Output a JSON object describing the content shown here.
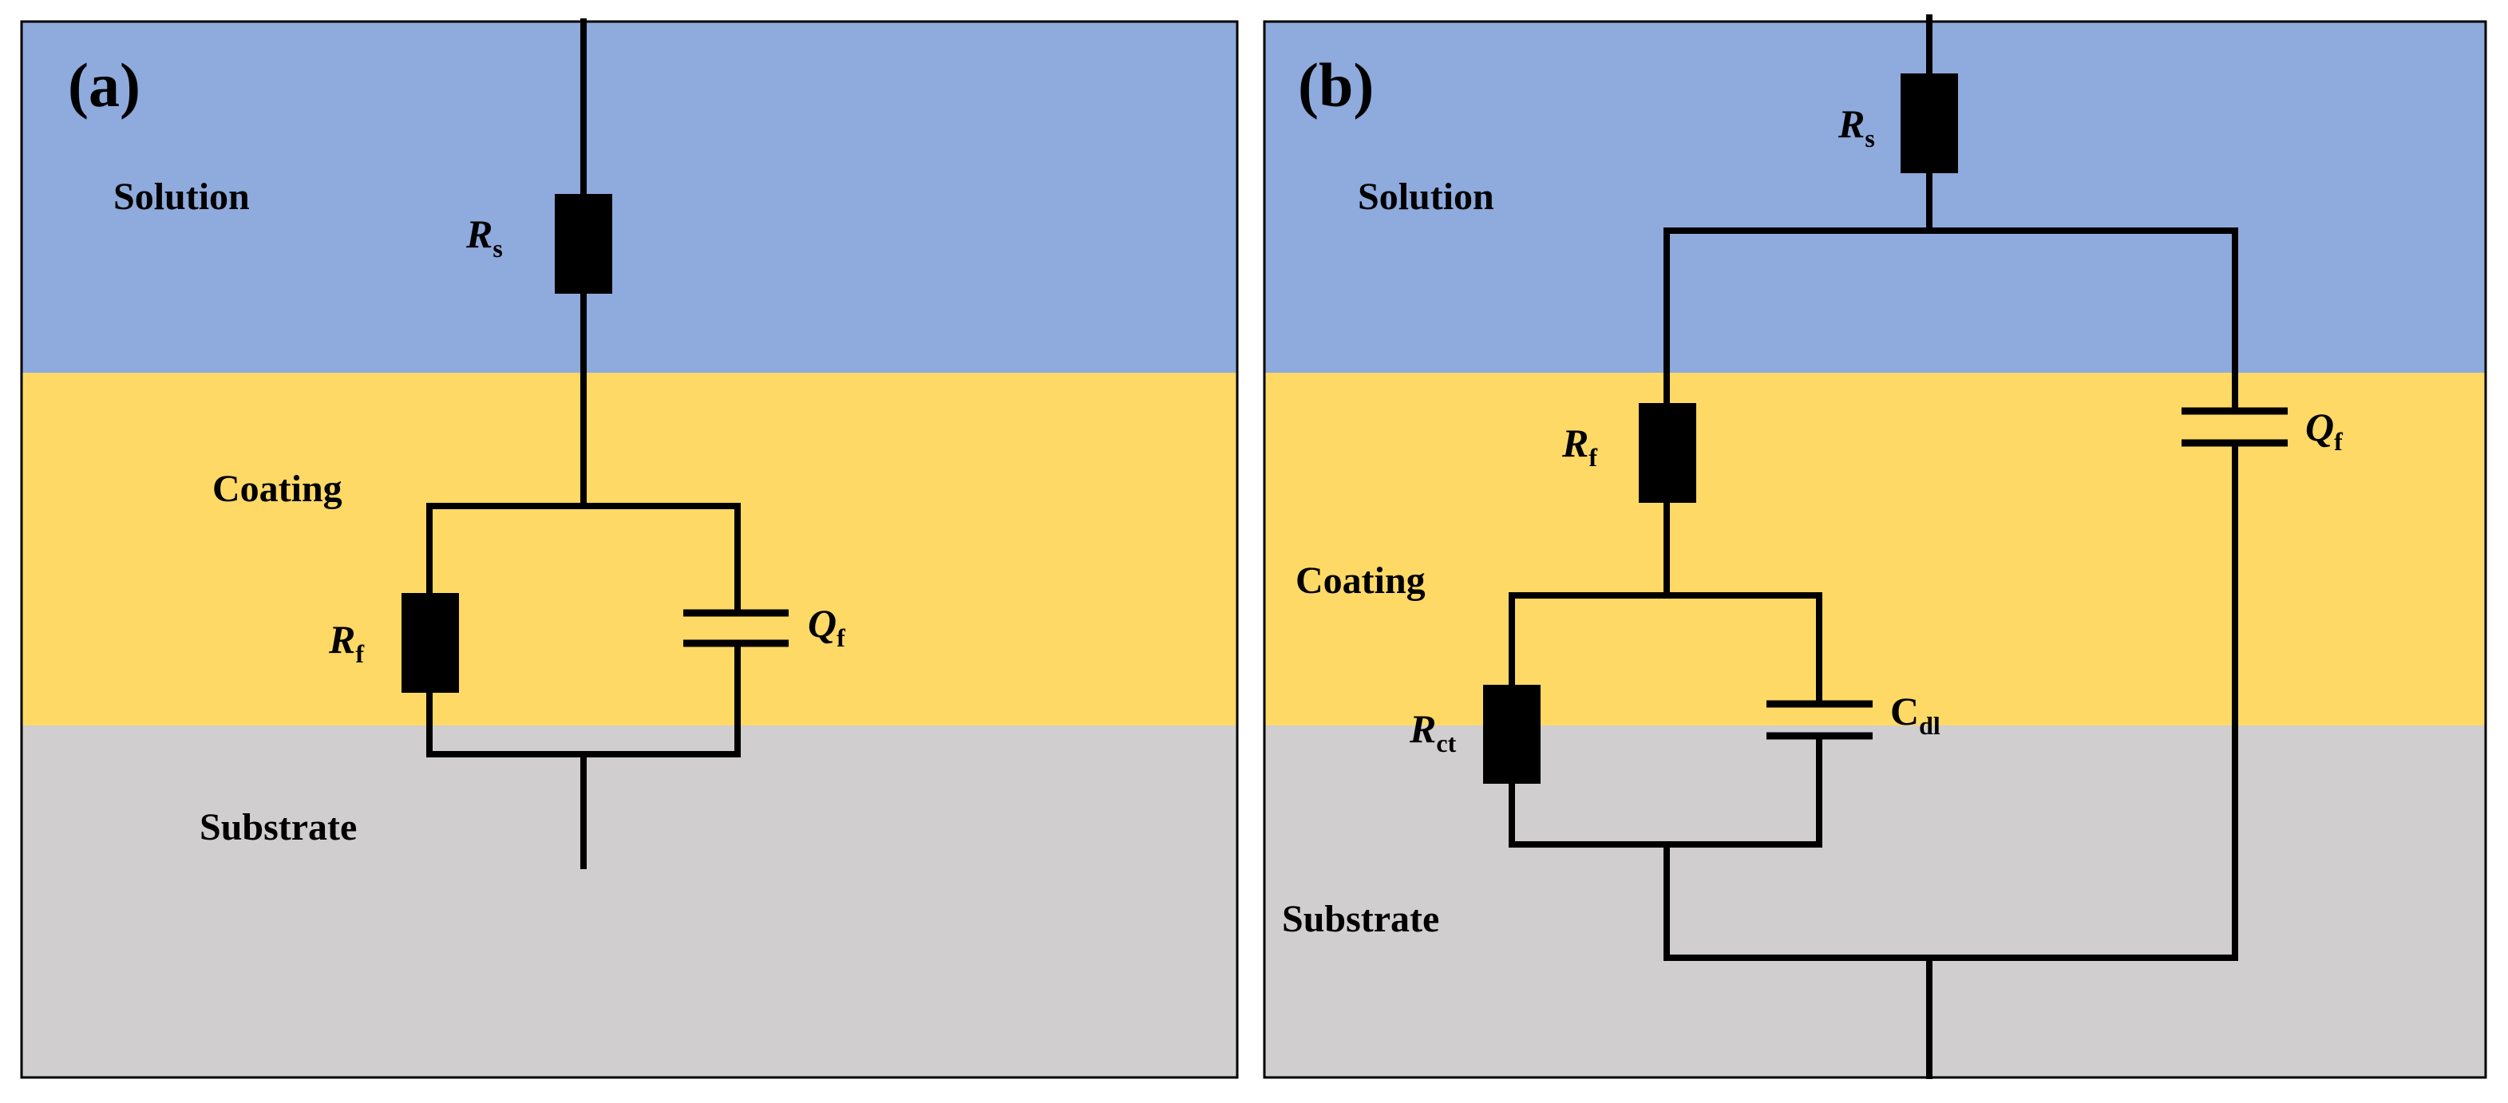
{
  "colors": {
    "solution": "#8FAADC",
    "coating": "#FFD966",
    "substrate": "#D0CECE",
    "wire": "#000000"
  },
  "panel_a": {
    "label": "(a)",
    "solution": "Solution",
    "coating": "Coating",
    "substrate": "Substrate",
    "rs_main": "R",
    "rs_sub": "s",
    "rf_main": "R",
    "rf_sub": "f",
    "qf_main": "Q",
    "qf_sub": "f"
  },
  "panel_b": {
    "label": "(b)",
    "solution": "Solution",
    "coating": "Coating",
    "substrate": "Substrate",
    "rs_main": "R",
    "rs_sub": "s",
    "rf_main": "R",
    "rf_sub": "f",
    "qf_main": "Q",
    "qf_sub": "f",
    "rct_main": "R",
    "rct_sub": "ct",
    "cdl_main": "C",
    "cdl_sub": "dl"
  }
}
